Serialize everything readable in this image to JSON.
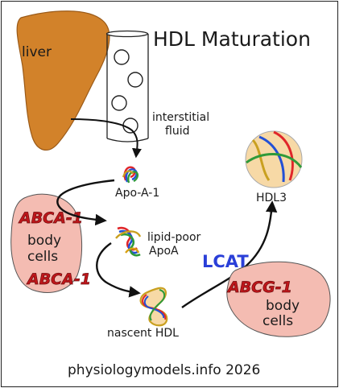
{
  "title": "HDL Maturation",
  "liver_label": "liver",
  "interstitial_label_line1": "interstitial",
  "interstitial_label_line2": "fluid",
  "apoa1_label": "Apo-A-1",
  "lipid_poor_line1": "lipid-poor",
  "lipid_poor_line2": "ApoA",
  "nascent_label": "nascent HDL",
  "hdl3_label": "HDL3",
  "left_cells": {
    "enzyme_top": "ABCA-1",
    "line1": "body",
    "line2": "cells",
    "enzyme_bottom": "ABCA-1"
  },
  "right_cells": {
    "enzyme": "ABCG-1",
    "line1": "body",
    "line2": "cells"
  },
  "lcat_label": "LCAT",
  "footer": "physiologymodels.info 2026",
  "colors": {
    "liver": "#d2822a",
    "cells": "#f4bcb2",
    "hdl3_fill": "#f7d9a6",
    "enzyme_red": "#c0161a",
    "lcat_blue": "#2a3fd8",
    "strand_red": "#e0262a",
    "strand_blue": "#2350d6",
    "strand_green": "#2f9a3a",
    "strand_gold": "#c9a020"
  }
}
